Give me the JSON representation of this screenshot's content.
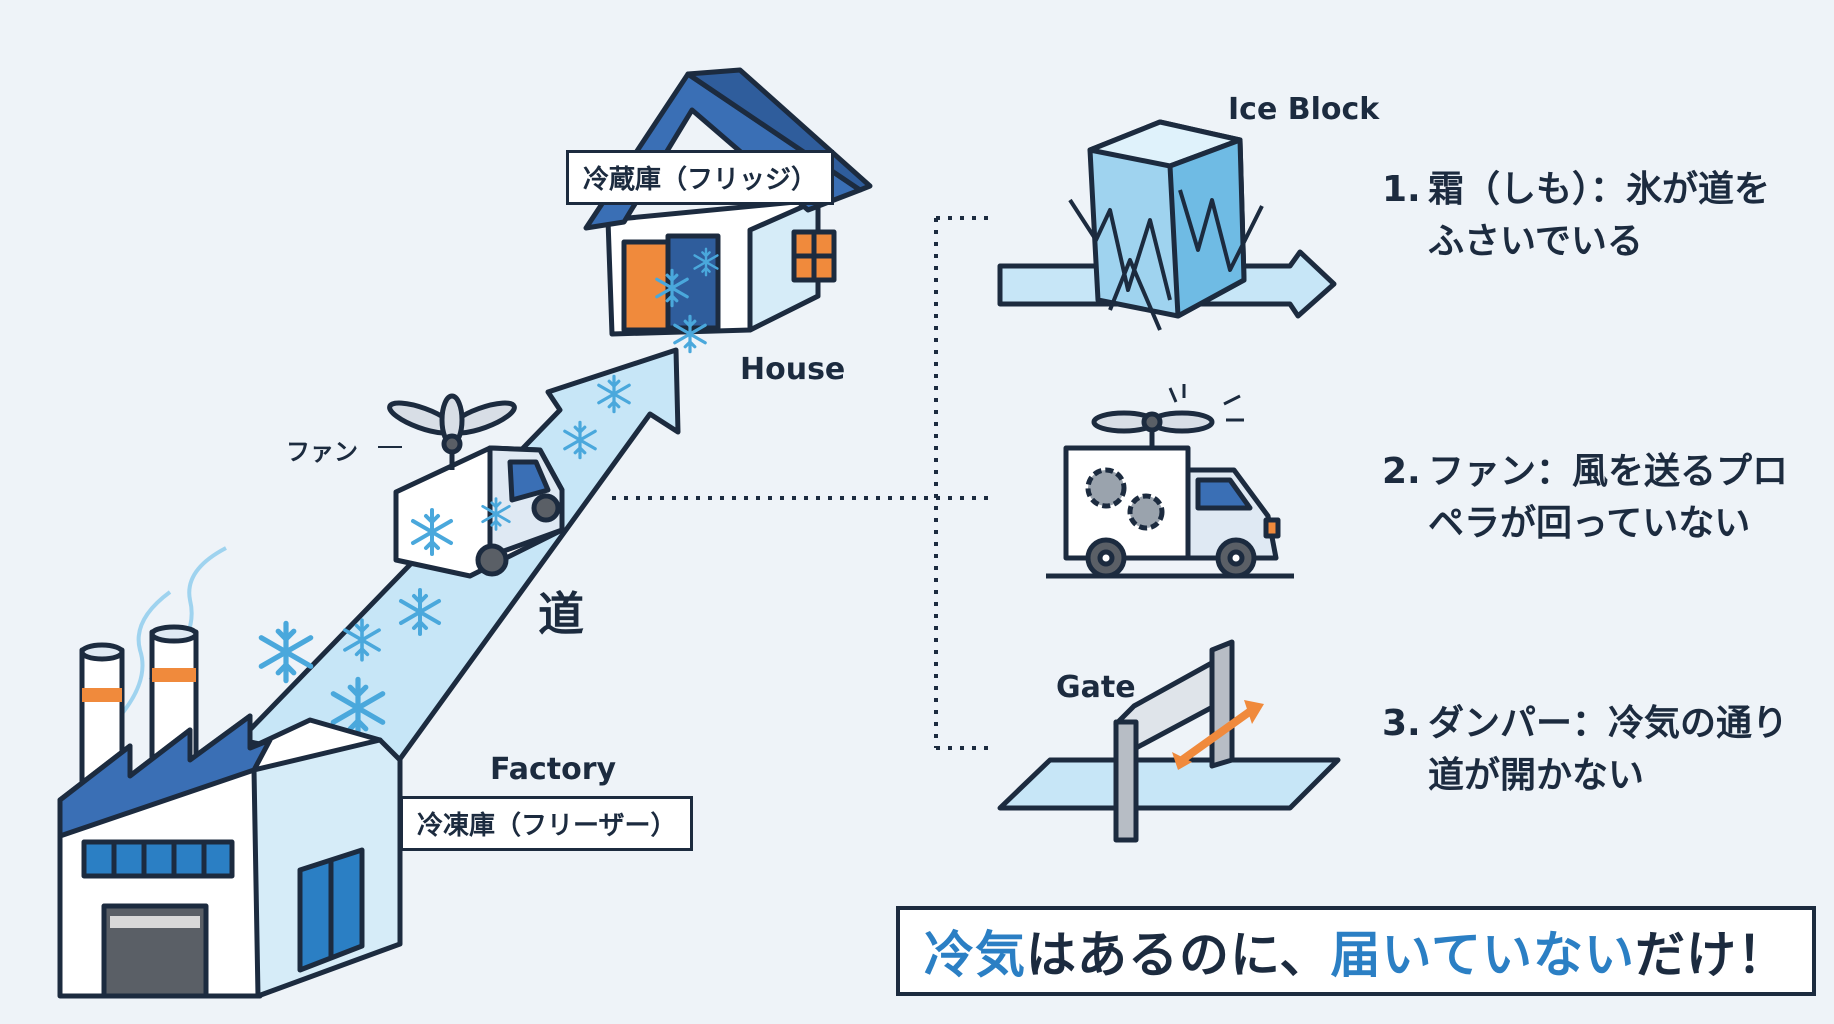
{
  "labels": {
    "ice_block": "Ice Block",
    "house": "House",
    "fridge": "冷蔵庫（フリッジ）",
    "fan": "ファン",
    "road": "道",
    "factory": "Factory",
    "freezer": "冷凍庫（フリーザー）",
    "gate": "Gate"
  },
  "reasons": [
    {
      "num": "1.",
      "line1": "霜（しも）：氷が道を",
      "line2": "ふさいでいる"
    },
    {
      "num": "2.",
      "line1": "ファン：風を送るプロ",
      "line2": "ペラが回っていない"
    },
    {
      "num": "3.",
      "line1": "ダンパー：冷気の通り",
      "line2": "道が開かない"
    }
  ],
  "summary": {
    "part1": "冷気",
    "part2": "はあるのに、",
    "part3": "届いていない",
    "part4": "だけ！"
  },
  "colors": {
    "navy": "#1c2b3f",
    "blue": "#3a6fb5",
    "ice": "#9fd3ef",
    "accent_blue": "#2b7fc4",
    "orange": "#f08a3c",
    "background": "#eef3f8"
  }
}
